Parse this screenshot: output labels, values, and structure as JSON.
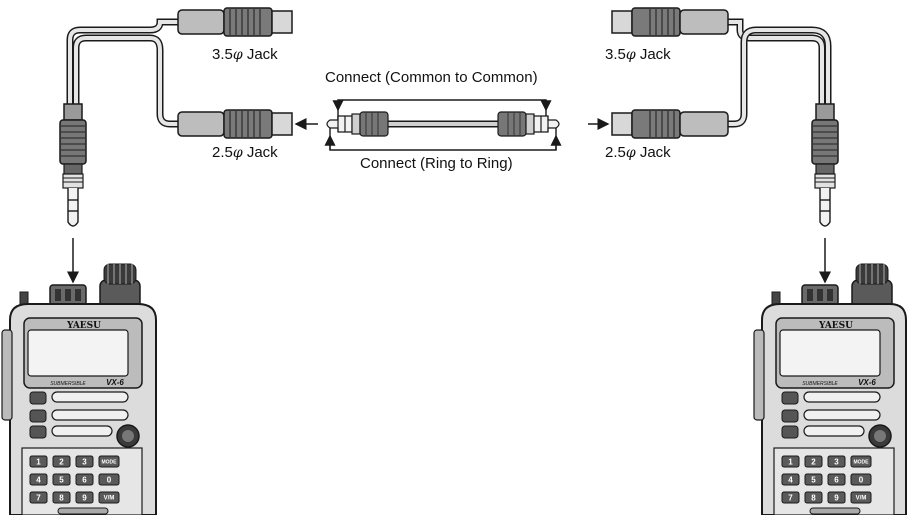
{
  "labels": {
    "connect_common": "Connect (Common to Common)",
    "connect_ring": "Connect (Ring to Ring)",
    "jack_35_size": "3.5",
    "jack_25_size": "2.5",
    "phi_symbol": "φ",
    "jack_word": "Jack"
  },
  "radio": {
    "brand": "YAESU",
    "model": "VX-6",
    "model_line": "SUBMERSIBLE",
    "keys": [
      "1",
      "2",
      "3",
      "MODE",
      "4",
      "5",
      "6",
      "0",
      "7",
      "8",
      "9",
      "V/M"
    ]
  },
  "colors": {
    "line": "#1a1a1a",
    "cable": "#c8c8c8",
    "body": "#d9d9d9",
    "grip": "#7a7a7a",
    "dark": "#333333"
  }
}
